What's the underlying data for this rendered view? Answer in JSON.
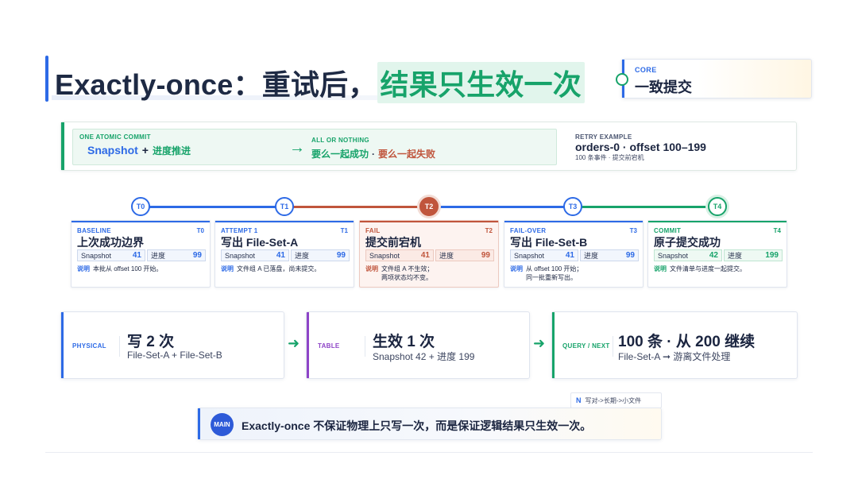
{
  "title": {
    "prefix": "Exactly-once：重试后，",
    "highlight": "结果只生效一次"
  },
  "core": {
    "kicker": "CORE",
    "label": "一致提交"
  },
  "commit": {
    "kicker": "ONE ATOMIC COMMIT",
    "snapshot": "Snapshot",
    "plus": "+",
    "progress": "进度推进",
    "arrow": "→",
    "all_kicker": "ALL OR NOTHING",
    "success": "要么一起成功",
    "sep": "·",
    "failure": "要么一起失败"
  },
  "retry": {
    "kicker": "RETRY EXAMPLE",
    "main": "orders-0 · offset 100–199",
    "sub": "100 条事件 · 提交前宕机"
  },
  "timeline": {
    "nodes": [
      {
        "label": "T0",
        "state": "normal"
      },
      {
        "label": "T1",
        "state": "normal"
      },
      {
        "label": "T2",
        "state": "fail"
      },
      {
        "label": "T3",
        "state": "normal"
      },
      {
        "label": "T4",
        "state": "ok"
      }
    ]
  },
  "steps": [
    {
      "kicker": "BASELINE",
      "tag": "T0",
      "title": "上次成功边界",
      "snapshot_label": "Snapshot",
      "snapshot": "41",
      "progress_label": "进度",
      "progress": "99",
      "note_label": "说明",
      "note": "本批从 offset 100 开始。",
      "note2": ""
    },
    {
      "kicker": "ATTEMPT 1",
      "tag": "T1",
      "title": "写出 File-Set-A",
      "snapshot_label": "Snapshot",
      "snapshot": "41",
      "progress_label": "进度",
      "progress": "99",
      "note_label": "说明",
      "note": "文件组 A 已落盘，尚未提交。",
      "note2": ""
    },
    {
      "kicker": "FAIL",
      "tag": "T2",
      "title": "提交前宕机",
      "snapshot_label": "Snapshot",
      "snapshot": "41",
      "progress_label": "进度",
      "progress": "99",
      "note_label": "说明",
      "note": "文件组 A 不生效；",
      "note2": "两项状态均不变。"
    },
    {
      "kicker": "FAIL-OVER",
      "tag": "T3",
      "title": "写出 File-Set-B",
      "snapshot_label": "Snapshot",
      "snapshot": "41",
      "progress_label": "进度",
      "progress": "99",
      "note_label": "说明",
      "note": "从 offset 100 开始；",
      "note2": "同一批重新写出。"
    },
    {
      "kicker": "COMMIT",
      "tag": "T4",
      "title": "原子提交成功",
      "snapshot_label": "Snapshot",
      "snapshot": "42",
      "progress_label": "进度",
      "progress": "199",
      "note_label": "说明",
      "note": "文件清单与进度一起提交。",
      "note2": ""
    }
  ],
  "summary": [
    {
      "kicker": "PHYSICAL",
      "main": "写 2 次",
      "sub": "File-Set-A + File-Set-B"
    },
    {
      "kicker": "TABLE",
      "main": "生效 1 次",
      "sub": "Snapshot 42 + 进度 199"
    },
    {
      "kicker": "QUERY / NEXT",
      "main": "100 条 · 从 200 继续",
      "sub": "File-Set-A ➞ 游离文件处理"
    }
  ],
  "arrows": {
    "a": "➜",
    "b": "➜"
  },
  "note_chip": {
    "letter": "N",
    "text": "写对->长期->小文件"
  },
  "main": {
    "badge": "MAIN",
    "text": "Exactly-once 不保证物理上只写一次，而是保证逻辑结果只生效一次。"
  },
  "colors": {
    "blue": "#2d6ae6",
    "green": "#17a36a",
    "red": "#c0553c",
    "purple": "#8e44c7"
  }
}
